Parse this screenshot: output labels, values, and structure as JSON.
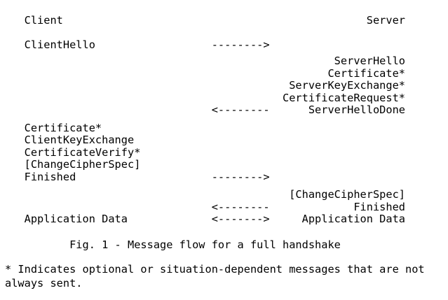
{
  "page": {
    "colors": {
      "background": "#ffffff",
      "text": "#000000"
    }
  },
  "diagram": {
    "actors": {
      "left": "Client",
      "right": "Server"
    },
    "blocks": [
      {
        "name": "actors-header",
        "lines": [
          "   Client                                               Server"
        ]
      },
      {
        "name": "flight-client-hello",
        "lines": [
          "   ClientHello                  -------->"
        ]
      },
      {
        "name": "flight-server-response",
        "lines": [
          "                                                   ServerHello",
          "                                                  Certificate*",
          "                                            ServerKeyExchange*",
          "                                           CertificateRequest*",
          "                                <--------      ServerHelloDone"
        ]
      },
      {
        "name": "flight-client-response",
        "lines": [
          "   Certificate*",
          "   ClientKeyExchange",
          "   CertificateVerify*",
          "   [ChangeCipherSpec]",
          "   Finished                     -------->"
        ]
      },
      {
        "name": "flight-finish-and-data",
        "lines": [
          "                                            [ChangeCipherSpec]",
          "                                <--------             Finished",
          "   Application Data             <------->     Application Data"
        ]
      }
    ],
    "caption": "          Fig. 1 - Message flow for a full handshake",
    "footnote_lines": [
      "* Indicates optional or situation-dependent messages that are not",
      "always sent."
    ]
  }
}
